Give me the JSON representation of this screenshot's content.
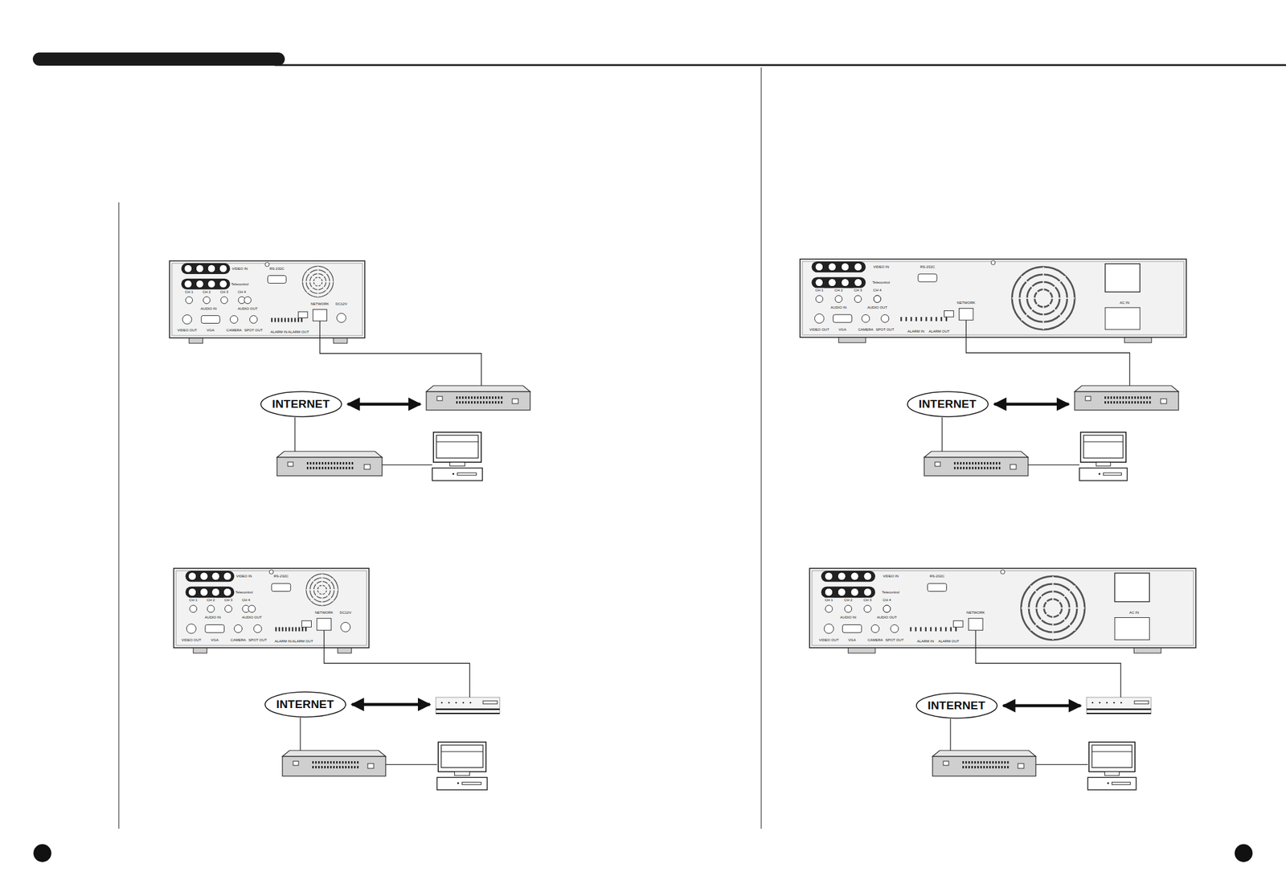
{
  "diagram": {
    "nodes": [
      {
        "text": [
          "INTERNET"
        ]
      },
      {
        "text": [
          "INTERNET"
        ]
      },
      {
        "text": [
          "INTERNET"
        ]
      },
      {
        "text": [
          "INTERNET"
        ]
      }
    ],
    "labels": [
      "VIDEO IN",
      "Telecontrol",
      "RS-232C",
      "CH 1",
      "CH 2",
      "CH 3",
      "CH 4",
      "AUDIO IN",
      "AUDIO OUT",
      "VIDEO OUT",
      "VGA",
      "CAMERA",
      "SPOT OUT",
      "NETWORK",
      "DC12V",
      "ALARM IN",
      "ALARM OUT",
      "VIDEO IN",
      "Telecontrol",
      "RS-232C",
      "CH 1",
      "CH 2",
      "CH 3",
      "CH 4",
      "AUDIO IN",
      "AUDIO OUT",
      "VIDEO OUT",
      "VGA",
      "CAMERA",
      "SPOT OUT",
      "NETWORK",
      "AC IN",
      "ALARM IN",
      "ALARM OUT",
      "VIDEO IN",
      "Telecontrol",
      "RS-232C",
      "CH 1",
      "CH 2",
      "CH 3",
      "CH 4",
      "AUDIO IN",
      "AUDIO OUT",
      "VIDEO OUT",
      "VGA",
      "CAMERA",
      "SPOT OUT",
      "NETWORK",
      "DC12V",
      "ALARM IN",
      "ALARM OUT",
      "VIDEO IN",
      "Telecontrol",
      "RS-232C",
      "CH 1",
      "CH 2",
      "CH 3",
      "CH 4",
      "AUDIO IN",
      "AUDIO OUT",
      "VIDEO OUT",
      "VGA",
      "CAMERA",
      "SPOT OUT",
      "NETWORK",
      "AC IN",
      "ALARM IN",
      "ALARM OUT"
    ]
  }
}
